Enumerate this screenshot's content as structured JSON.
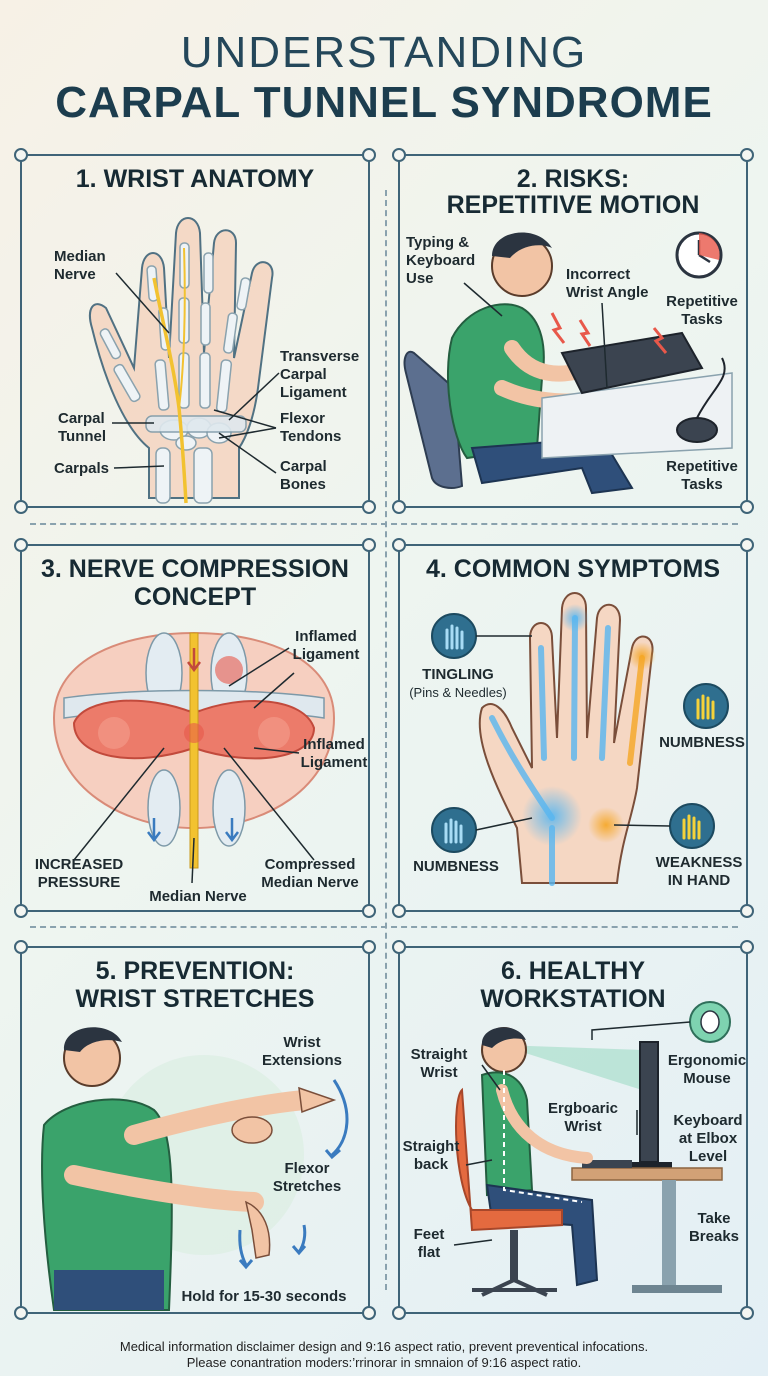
{
  "header": {
    "line1": "UNDERSTANDING",
    "line2": "CARPAL TUNNEL SYNDROME"
  },
  "panels": {
    "anatomy": {
      "title": "1. WRIST ANATOMY",
      "labels": {
        "median_nerve": "Median Nerve",
        "transverse_ligament": "Transverse Carpal Ligament",
        "carpal_tunnel": "Carpal Tunnel",
        "flexor_tendons": "Flexor Tendons",
        "carpals": "Carpals",
        "carpal_bones": "Carpal Bones"
      }
    },
    "risks": {
      "title_line1": "2. RISKS:",
      "title_line2": "REPETITIVE MOTION",
      "labels": {
        "typing": "Typing & Keyboard Use",
        "wrist_angle": "Incorrect Wrist Angle",
        "repetitive_top": "Repetitive Tasks",
        "repetitive_bottom": "Repetitive Tasks"
      }
    },
    "compression": {
      "title_line1": "3. NERVE COMPRESSION",
      "title_line2": "CONCEPT",
      "labels": {
        "inflamed_1": "Inflamed Ligament",
        "inflamed_2": "Inflamed Ligament",
        "increased_pressure": "INCREASED PRESSURE",
        "compressed_nerve": "Compressed Median Nerve",
        "median_nerve": "Median Nerve"
      }
    },
    "symptoms": {
      "title": "4. COMMON SYMPTOMS",
      "labels": {
        "tingling": "TINGLING",
        "tingling_sub": "(Pins & Needles)",
        "numbness_right": "NUMBNESS",
        "numbness_left": "NUMBNESS",
        "weakness": "WEAKNESS IN HAND"
      }
    },
    "prevention": {
      "title_line1": "5. PREVENTION:",
      "title_line2": "WRIST STRETCHES",
      "labels": {
        "extensions": "Wrist Extensions",
        "flexor": "Flexor Stretches",
        "hold": "Hold for 15-30 seconds"
      }
    },
    "workstation": {
      "title_line1": "6. HEALTHY",
      "title_line2": "WORKSTATION",
      "labels": {
        "straight_wrist": "Straight Wrist",
        "ergonomic_mouse": "Ergonomic Mouse",
        "ergboaric_wrist": "Ergboaric Wrist",
        "keyboard_level": "Keyboard at Elbox Level",
        "straight_back": "Straight back",
        "feet_flat": "Feet flat",
        "take_breaks": "Take Breaks"
      }
    }
  },
  "footer": {
    "line1": "Medical information disclaimer design and 9:16 aspect ratio, prevent preventical infocations.",
    "line2": "Please conantration moders:’rrinorar in smnaion of 9:16 aspect ratio."
  },
  "colors": {
    "frame": "#3f6478",
    "title": "#1c3d4e",
    "nerve": "#f2c230",
    "inflamed": "#e8584a",
    "shirt": "#3aa36b",
    "glow": "#58b6f0"
  }
}
